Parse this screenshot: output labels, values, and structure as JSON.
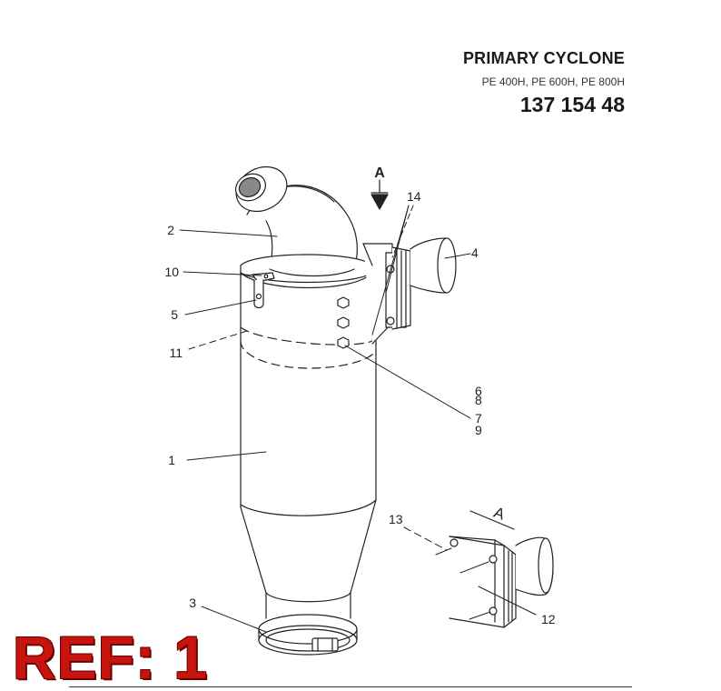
{
  "header": {
    "title": "PRIMARY CYCLONE",
    "models": "PE 400H, PE 600H, PE 800H",
    "part_number": "137 154 48"
  },
  "view_marker": "A",
  "callouts": [
    "1",
    "2",
    "3",
    "4",
    "5",
    "6",
    "7",
    "8",
    "9",
    "10",
    "11",
    "12",
    "13",
    "14"
  ],
  "ref_stamp": "REF: 1"
}
